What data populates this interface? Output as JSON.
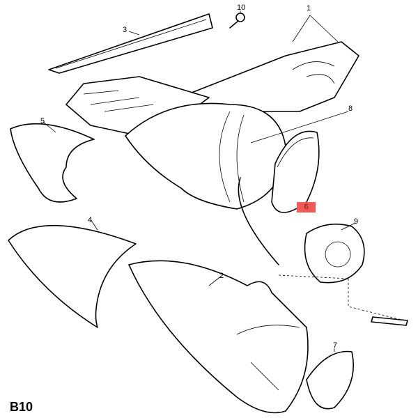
{
  "diagram_code": "B10",
  "highlight_color": "#f25a5a",
  "callouts": [
    {
      "id": "1",
      "label": "1"
    },
    {
      "id": "2",
      "label": "2"
    },
    {
      "id": "3",
      "label": "3"
    },
    {
      "id": "4",
      "label": "4"
    },
    {
      "id": "5",
      "label": "5"
    },
    {
      "id": "6",
      "label": "6",
      "highlighted": true
    },
    {
      "id": "7",
      "label": "7"
    },
    {
      "id": "8",
      "label": "8"
    },
    {
      "id": "9",
      "label": "9"
    },
    {
      "id": "10",
      "label": "10"
    }
  ]
}
